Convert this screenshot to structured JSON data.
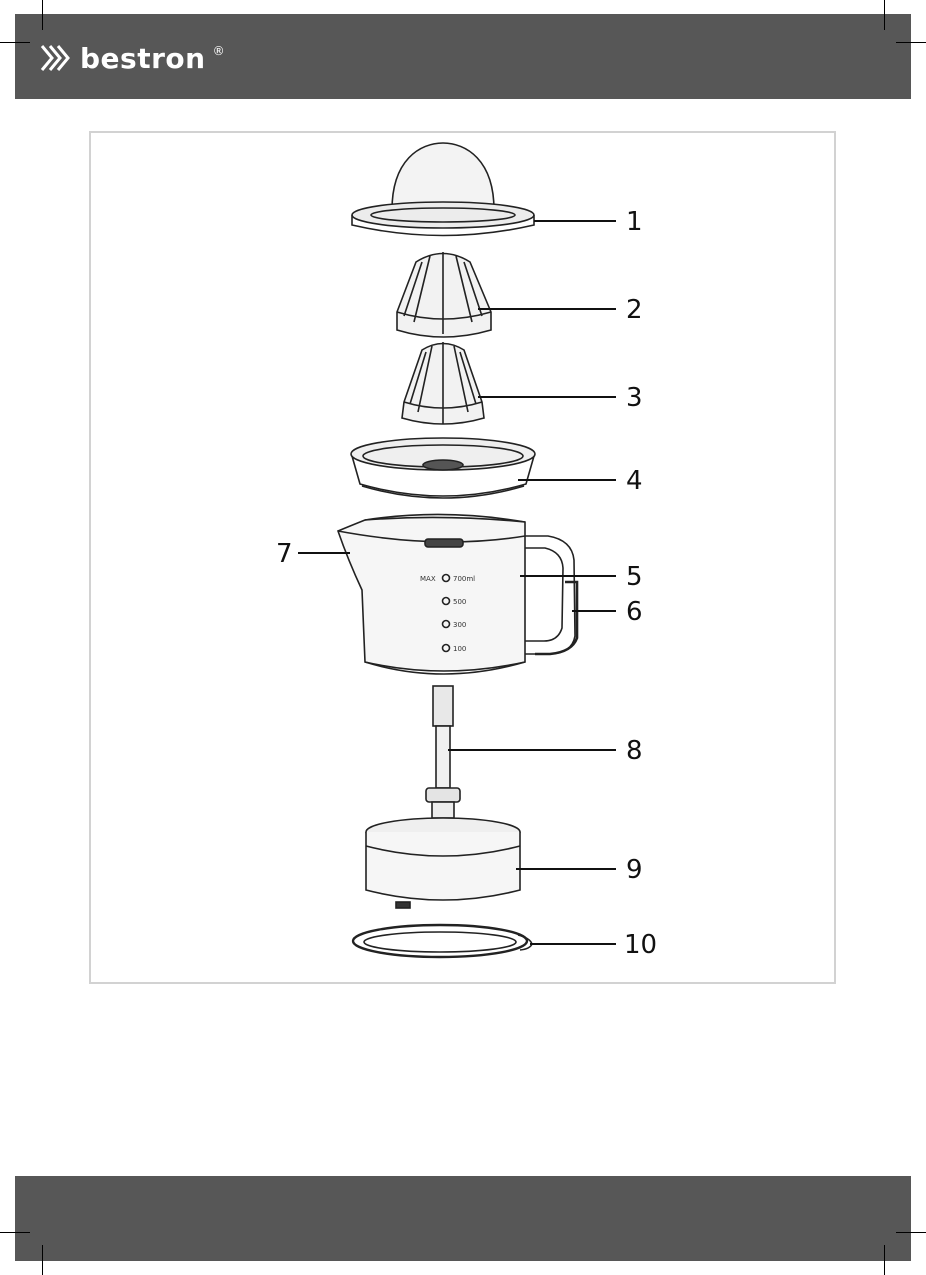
{
  "brand": {
    "name": "bestron",
    "registered": "®"
  },
  "diagram": {
    "callouts": [
      "1",
      "2",
      "3",
      "4",
      "5",
      "6",
      "7",
      "8",
      "9",
      "10"
    ],
    "jug_markings": [
      "MAX",
      "700ml",
      "500",
      "300",
      "100"
    ]
  },
  "colors": {
    "band": "#575757",
    "frame": "#d2d2d2",
    "line": "#222222"
  }
}
